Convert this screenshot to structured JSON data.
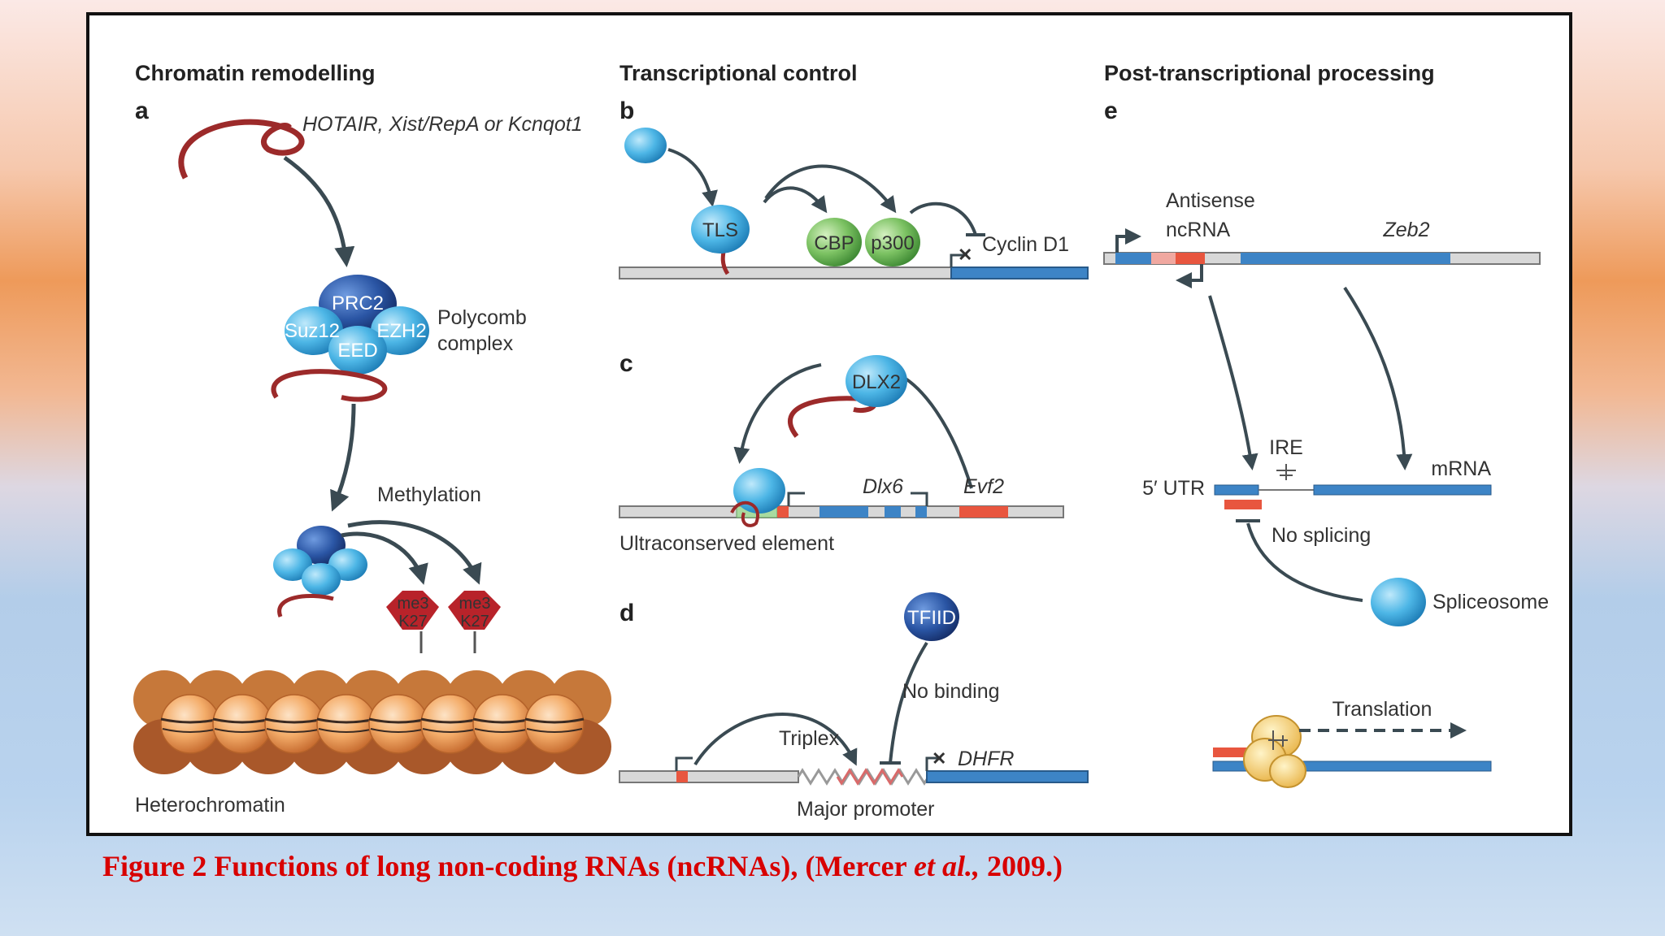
{
  "panels": {
    "chromatin": {
      "heading": "Chromatin remodelling",
      "letter": "a",
      "rna_names": "HOTAIR, Xist/RepA or Kcnqot1",
      "prc2": "PRC2",
      "suz12": "Suz12",
      "ezh2": "EZH2",
      "eed": "EED",
      "complex_line1": "Polycomb",
      "complex_line2": "complex",
      "methylation": "Methylation",
      "mark_top": "me3",
      "mark_bottom": "K27",
      "heterochromatin": "Heterochromatin"
    },
    "transcriptional": {
      "heading": "Transcriptional control",
      "letter_b": "b",
      "tls": "TLS",
      "cbp": "CBP",
      "p300": "p300",
      "cyclin": "Cyclin D1",
      "letter_c": "c",
      "dlx2": "DLX2",
      "dlx6": "Dlx6",
      "evf2": "Evf2",
      "ultraconserved": "Ultraconserved element",
      "letter_d": "d",
      "tfiid": "TFIID",
      "no_binding": "No binding",
      "triplex": "Triplex",
      "dhfr": "DHFR",
      "major_promoter": "Major promoter"
    },
    "post": {
      "heading": "Post-transcriptional processing",
      "letter": "e",
      "antisense_line1": "Antisense",
      "antisense_line2": "ncRNA",
      "zeb2": "Zeb2",
      "ire": "IRE",
      "utr": "5′ UTR",
      "mrna": "mRNA",
      "no_splicing": "No splicing",
      "spliceosome": "Spliceosome",
      "translation": "Translation"
    }
  },
  "caption": {
    "main": "Figure 2 Functions of long non-coding RNAs (ncRNAs), (Mercer ",
    "etal": "et al.,",
    "year": " 2009.)"
  },
  "colors": {
    "caption": "#d80000",
    "gene_blue": "#3d84c6",
    "rna_red": "#e8563f",
    "protein_light_blue": "#4db6e6",
    "protein_dark_blue": "#1f4a96",
    "protein_green": "#7cc263",
    "mark_red": "#b8232a",
    "nucleosome_orange": "#e88a3a",
    "arrow": "#3a4a52"
  }
}
